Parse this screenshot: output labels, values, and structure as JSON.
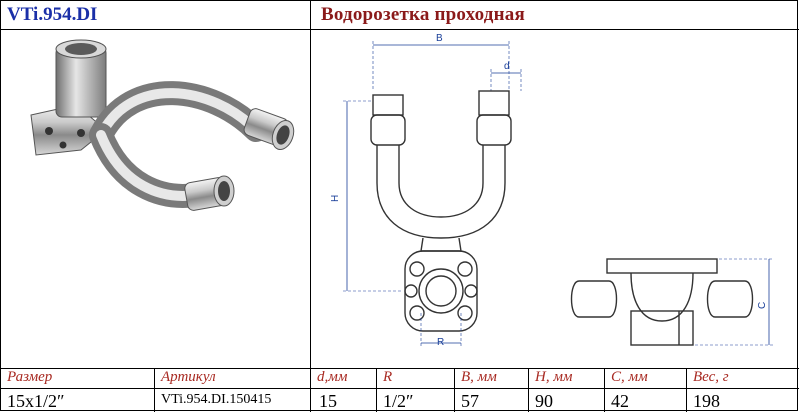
{
  "header": {
    "code": "VTi.954.DI",
    "title": "Водорозетка  проходная"
  },
  "drawing": {
    "dim_labels": {
      "B": "B",
      "d": "d",
      "H": "H",
      "R": "R",
      "C": "C"
    }
  },
  "table": {
    "headers": [
      "Размер",
      "Артикул",
      "d,мм",
      "R",
      "B, мм",
      "H, мм",
      "C, мм",
      "Вес, г"
    ],
    "values": [
      "15x1/2″",
      "VTi.954.DI.150415",
      "15",
      "1/2″",
      "57",
      "90",
      "42",
      "198"
    ]
  },
  "colors": {
    "code_color": "#1a2fa8",
    "title_color": "#8b1a1a",
    "header_color": "#a82a22"
  }
}
